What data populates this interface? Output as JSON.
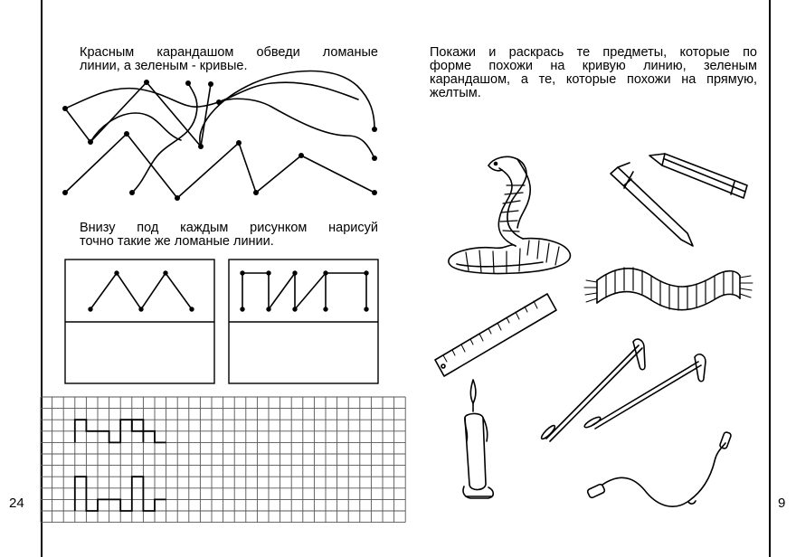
{
  "left_page": {
    "page_number": "24",
    "task1_line1": "Красным карандашом обведи ломаные",
    "task1_line2": "линии, а зеленым - кривые.",
    "task2_line1": "Внизу под каждым рисунком нарисуй",
    "task2_line2": "точно такие же ломаные линии."
  },
  "right_page": {
    "page_number": "9",
    "task_line1": "Покажи и раскрась те предметы, которые по",
    "task_line2": "форме похожи на кривую линию, зеленым",
    "task_line3": "карандашом, а те, которые похожи на прямую,",
    "task_line4": "желтым."
  },
  "pictures": [
    "cobra",
    "pen",
    "pencil",
    "scarf",
    "ruler",
    "ski-poles",
    "candle",
    "jump-rope"
  ],
  "colors": {
    "ink": "#000000",
    "paper": "#ffffff"
  }
}
